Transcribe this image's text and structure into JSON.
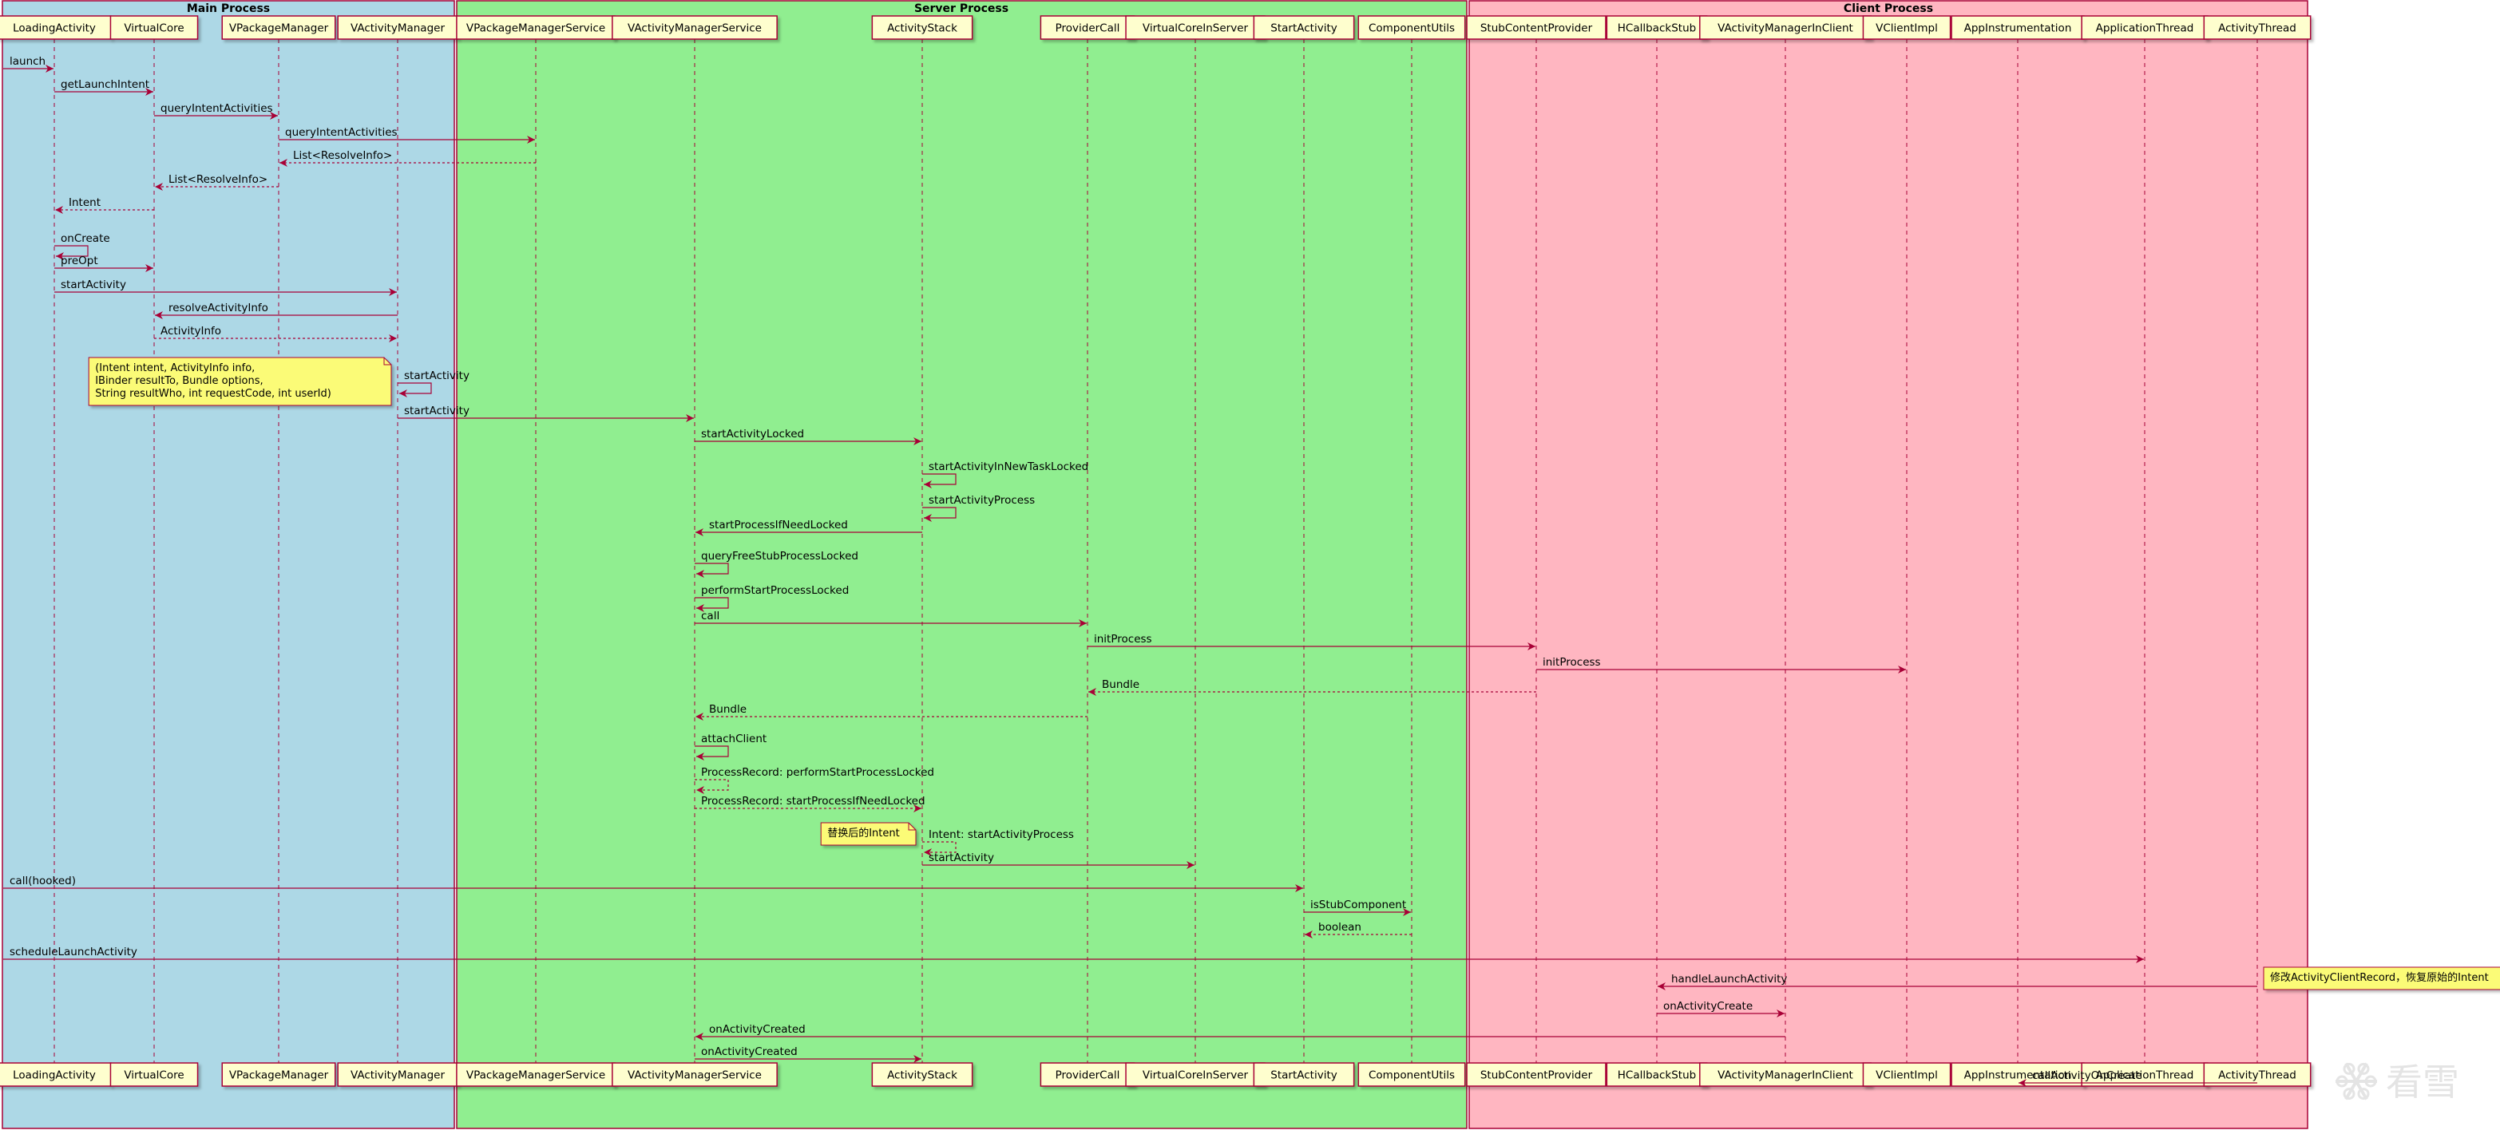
{
  "colors": {
    "main_box": "#add8e6",
    "server_box": "#90ee90",
    "client_box": "#ffb6c1",
    "box_border": "#a80036",
    "participant_fill": "#fefece",
    "arrow": "#a80036",
    "note_fill": "#fbfb77"
  },
  "boxes": [
    {
      "id": "main",
      "title": "Main Process",
      "color": "#add8e6"
    },
    {
      "id": "server",
      "title": "Server Process",
      "color": "#90ee90"
    },
    {
      "id": "client",
      "title": "Client Process",
      "color": "#ffb6c1"
    }
  ],
  "participants": [
    "LoadingActivity",
    "VirtualCore",
    "VPackageManager",
    "VActivityManager",
    "VPackageManagerService",
    "VActivityManagerService",
    "ActivityStack",
    "ProviderCall",
    "VirtualCoreInServer",
    "StartActivity",
    "ComponentUtils",
    "StubContentProvider",
    "HCallbackStub",
    "VActivityManagerInClient",
    "VClientImpl",
    "AppInstrumentation",
    "ApplicationThread",
    "ActivityThread"
  ],
  "messages": [
    {
      "from": "left",
      "to": "LoadingActivity",
      "label": "launch",
      "kind": "sync"
    },
    {
      "from": "LoadingActivity",
      "to": "VirtualCore",
      "label": "getLaunchIntent",
      "kind": "sync"
    },
    {
      "from": "VirtualCore",
      "to": "VPackageManager",
      "label": "queryIntentActivities",
      "kind": "sync"
    },
    {
      "from": "VPackageManager",
      "to": "VPackageManagerService",
      "label": "queryIntentActivities",
      "kind": "sync"
    },
    {
      "from": "VPackageManagerService",
      "to": "VPackageManager",
      "label": "List<ResolveInfo>",
      "kind": "return"
    },
    {
      "from": "VPackageManager",
      "to": "VirtualCore",
      "label": "List<ResolveInfo>",
      "kind": "return"
    },
    {
      "from": "VirtualCore",
      "to": "LoadingActivity",
      "label": "Intent",
      "kind": "return"
    },
    {
      "from": "LoadingActivity",
      "to": "LoadingActivity",
      "label": "onCreate",
      "kind": "self"
    },
    {
      "from": "LoadingActivity",
      "to": "VirtualCore",
      "label": "preOpt",
      "kind": "sync"
    },
    {
      "from": "LoadingActivity",
      "to": "VActivityManager",
      "label": "startActivity",
      "kind": "sync"
    },
    {
      "from": "VActivityManager",
      "to": "VirtualCore",
      "label": "resolveActivityInfo",
      "kind": "sync"
    },
    {
      "from": "VirtualCore",
      "to": "VActivityManager",
      "label": "ActivityInfo",
      "kind": "return"
    },
    {
      "from": "VActivityManager",
      "to": "VActivityManager",
      "label": "startActivity",
      "kind": "self"
    },
    {
      "from": "VActivityManager",
      "to": "VActivityManagerService",
      "label": "startActivity",
      "kind": "sync"
    },
    {
      "from": "VActivityManagerService",
      "to": "ActivityStack",
      "label": "startActivityLocked",
      "kind": "sync"
    },
    {
      "from": "ActivityStack",
      "to": "ActivityStack",
      "label": "startActivityInNewTaskLocked",
      "kind": "self"
    },
    {
      "from": "ActivityStack",
      "to": "ActivityStack",
      "label": "startActivityProcess",
      "kind": "self"
    },
    {
      "from": "ActivityStack",
      "to": "VActivityManagerService",
      "label": "startProcessIfNeedLocked",
      "kind": "sync"
    },
    {
      "from": "VActivityManagerService",
      "to": "VActivityManagerService",
      "label": "queryFreeStubProcessLocked",
      "kind": "self"
    },
    {
      "from": "VActivityManagerService",
      "to": "VActivityManagerService",
      "label": "performStartProcessLocked",
      "kind": "self"
    },
    {
      "from": "VActivityManagerService",
      "to": "ProviderCall",
      "label": "call",
      "kind": "sync"
    },
    {
      "from": "ProviderCall",
      "to": "StubContentProvider",
      "label": "initProcess",
      "kind": "sync"
    },
    {
      "from": "StubContentProvider",
      "to": "VClientImpl",
      "label": "initProcess",
      "kind": "sync"
    },
    {
      "from": "StubContentProvider",
      "to": "ProviderCall",
      "label": "Bundle",
      "kind": "return"
    },
    {
      "from": "ProviderCall",
      "to": "VActivityManagerService",
      "label": "Bundle",
      "kind": "return"
    },
    {
      "from": "VActivityManagerService",
      "to": "VActivityManagerService",
      "label": "attachClient",
      "kind": "self"
    },
    {
      "from": "VActivityManagerService",
      "to": "VActivityManagerService",
      "label": "ProcessRecord: performStartProcessLocked",
      "kind": "self-return"
    },
    {
      "from": "VActivityManagerService",
      "to": "ActivityStack",
      "label": "ProcessRecord: startProcessIfNeedLocked",
      "kind": "return"
    },
    {
      "from": "ActivityStack",
      "to": "ActivityStack",
      "label": "Intent: startActivityProcess",
      "kind": "self-return"
    },
    {
      "from": "ActivityStack",
      "to": "VirtualCoreInServer",
      "label": "startActivity",
      "kind": "sync"
    },
    {
      "from": "left",
      "to": "StartActivity",
      "label": "call(hooked)",
      "kind": "sync"
    },
    {
      "from": "StartActivity",
      "to": "ComponentUtils",
      "label": "isStubComponent",
      "kind": "sync"
    },
    {
      "from": "ComponentUtils",
      "to": "StartActivity",
      "label": "boolean",
      "kind": "return"
    },
    {
      "from": "left",
      "to": "ApplicationThread",
      "label": "scheduleLaunchActivity",
      "kind": "sync"
    },
    {
      "from": "ActivityThread",
      "to": "HCallbackStub",
      "label": "handleLaunchActivity",
      "kind": "sync"
    },
    {
      "from": "HCallbackStub",
      "to": "VActivityManagerInClient",
      "label": "onActivityCreate",
      "kind": "sync"
    },
    {
      "from": "VActivityManagerInClient",
      "to": "VActivityManagerService",
      "label": "onActivityCreated",
      "kind": "sync"
    },
    {
      "from": "VActivityManagerService",
      "to": "ActivityStack",
      "label": "onActivityCreated",
      "kind": "sync"
    },
    {
      "from": "ActivityThread",
      "to": "AppInstrumentation",
      "label": "callActivityOnCreate",
      "kind": "sync"
    }
  ],
  "notes": [
    {
      "attach_to": 12,
      "side": "left",
      "lines": [
        "(Intent intent, ActivityInfo info,",
        "IBinder resultTo, Bundle options,",
        "String resultWho, int requestCode, int userId)"
      ]
    },
    {
      "attach_to": 28,
      "side": "left",
      "lines": [
        "替换后的Intent"
      ]
    },
    {
      "attach_to": 34,
      "side": "right",
      "lines": [
        "修改ActivityClientRecord，恢复原始的Intent"
      ]
    }
  ],
  "watermark": "看雪"
}
